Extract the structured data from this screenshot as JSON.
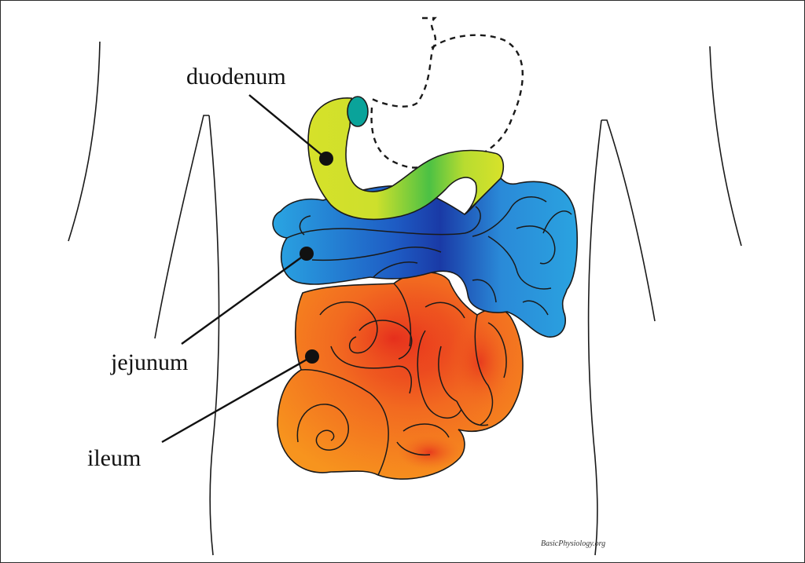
{
  "labels": {
    "duodenum": "duodenum",
    "jejunum": "jejunum",
    "ileum": "ileum"
  },
  "credit": "BasicPhysiology.org",
  "colors": {
    "duodenum": "#d4e02a",
    "duodenum_green": "#44c040",
    "jejunum": "#2aa3e0",
    "jejunum_dark": "#1c3fa8",
    "ileum": "#f7901e",
    "ileum_red": "#e8321e",
    "pylorus": "#0aa39a",
    "outline": "#1a1a1a"
  }
}
